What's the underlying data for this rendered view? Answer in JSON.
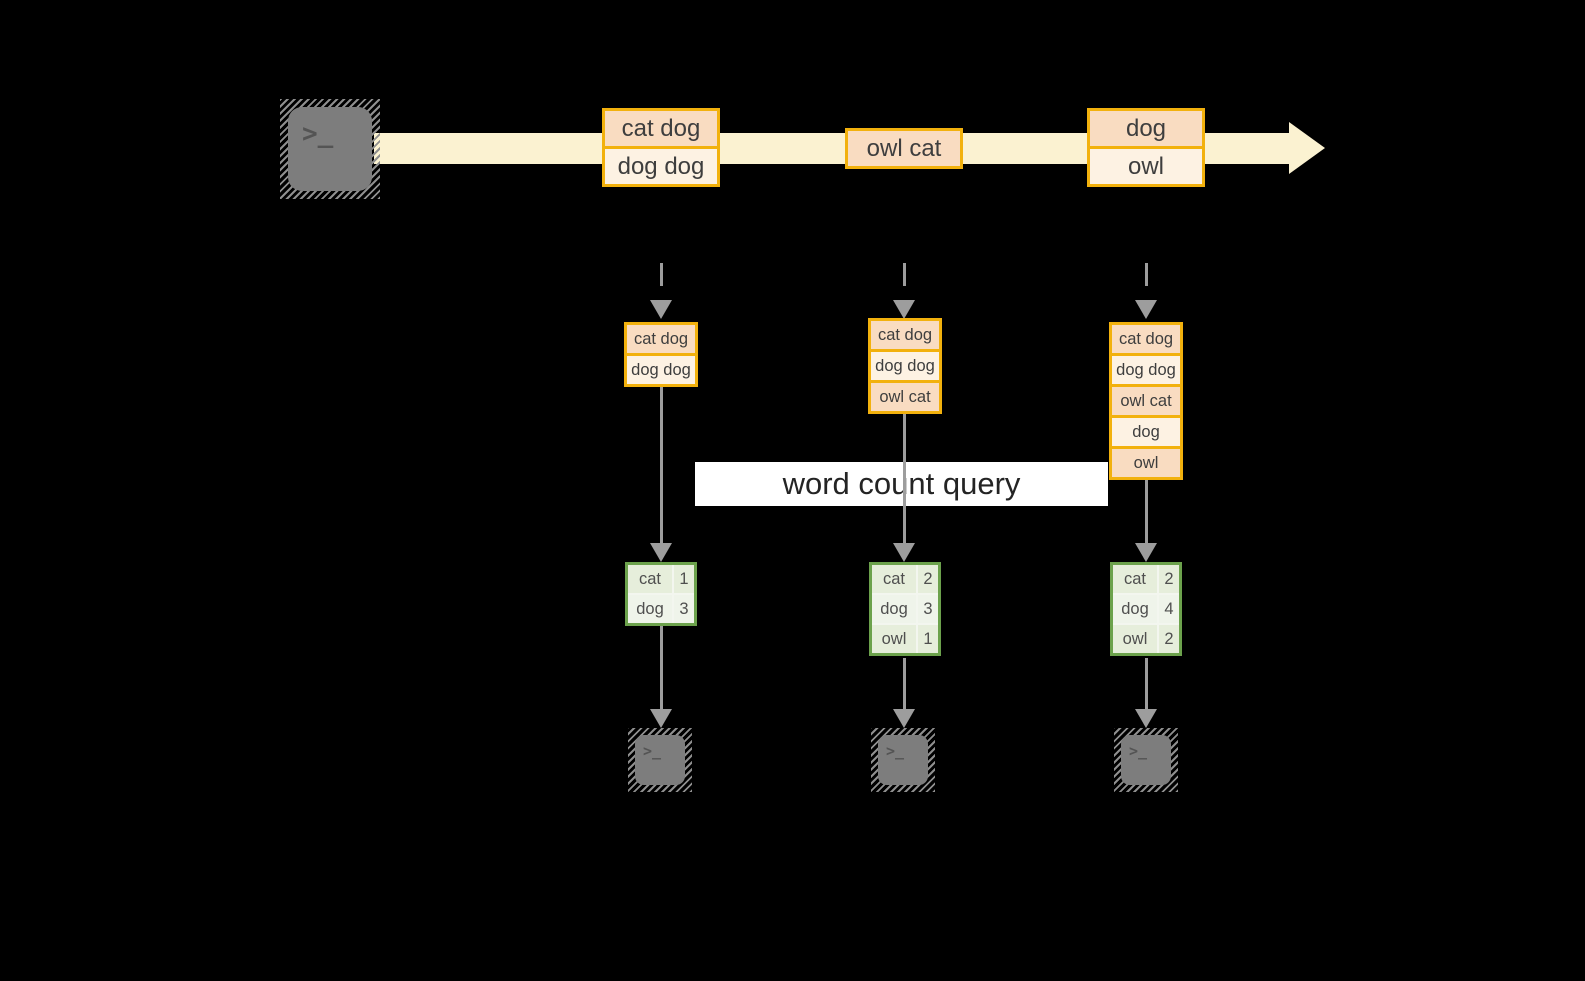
{
  "query_label": "word count query",
  "source_terminal": {
    "icon": "terminal-icon",
    "glyph": ">_"
  },
  "stream_events": [
    {
      "lines": [
        "cat dog",
        "dog dog"
      ]
    },
    {
      "lines": [
        "owl cat"
      ]
    },
    {
      "lines": [
        "dog",
        "owl"
      ]
    }
  ],
  "stacks": [
    {
      "lines": [
        "cat dog",
        "dog dog"
      ]
    },
    {
      "lines": [
        "cat dog",
        "dog dog",
        "owl cat"
      ]
    },
    {
      "lines": [
        "cat dog",
        "dog dog",
        "owl cat",
        "dog",
        "owl"
      ]
    }
  ],
  "tables": [
    {
      "rows": [
        {
          "word": "cat",
          "count": "1"
        },
        {
          "word": "dog",
          "count": "3"
        }
      ]
    },
    {
      "rows": [
        {
          "word": "cat",
          "count": "2"
        },
        {
          "word": "dog",
          "count": "3"
        },
        {
          "word": "owl",
          "count": "1"
        }
      ]
    },
    {
      "rows": [
        {
          "word": "cat",
          "count": "2"
        },
        {
          "word": "dog",
          "count": "4"
        },
        {
          "word": "owl",
          "count": "2"
        }
      ]
    }
  ],
  "output_terminals": [
    {
      "icon": "terminal-icon",
      "glyph": ">_"
    },
    {
      "icon": "terminal-icon",
      "glyph": ">_"
    },
    {
      "icon": "terminal-icon",
      "glyph": ">_"
    }
  ],
  "colors": {
    "background": "#000000",
    "stream_band": "#fbf2d1",
    "accent_gold_border": "#f2b10d",
    "event_fill_peach": "#f9dcc1",
    "event_fill_cream": "#fdf2e3",
    "table_border_green": "#6ca24c",
    "table_fill_green": "#e6eedb",
    "table_fill_green_light": "#eff4ea",
    "arrow_gray": "#9d9d9d",
    "terminal_gray": "#7d7d7d",
    "label_bg": "#ffffff"
  }
}
